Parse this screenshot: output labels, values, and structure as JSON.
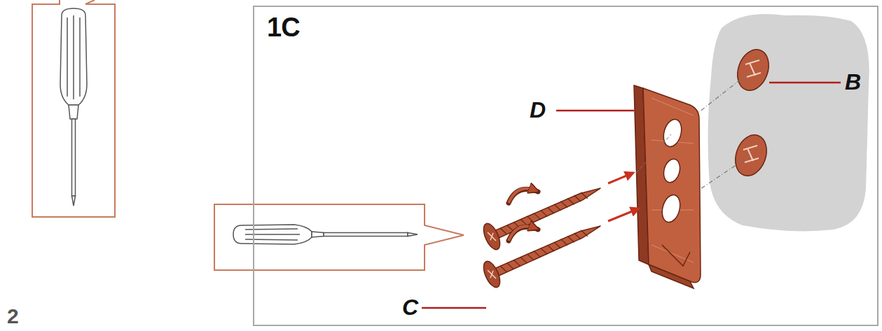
{
  "diagram": {
    "nodes": [
      {
        "text": [
          "1C"
        ]
      }
    ],
    "labels": [
      "D",
      "B",
      "C",
      "2"
    ]
  }
}
